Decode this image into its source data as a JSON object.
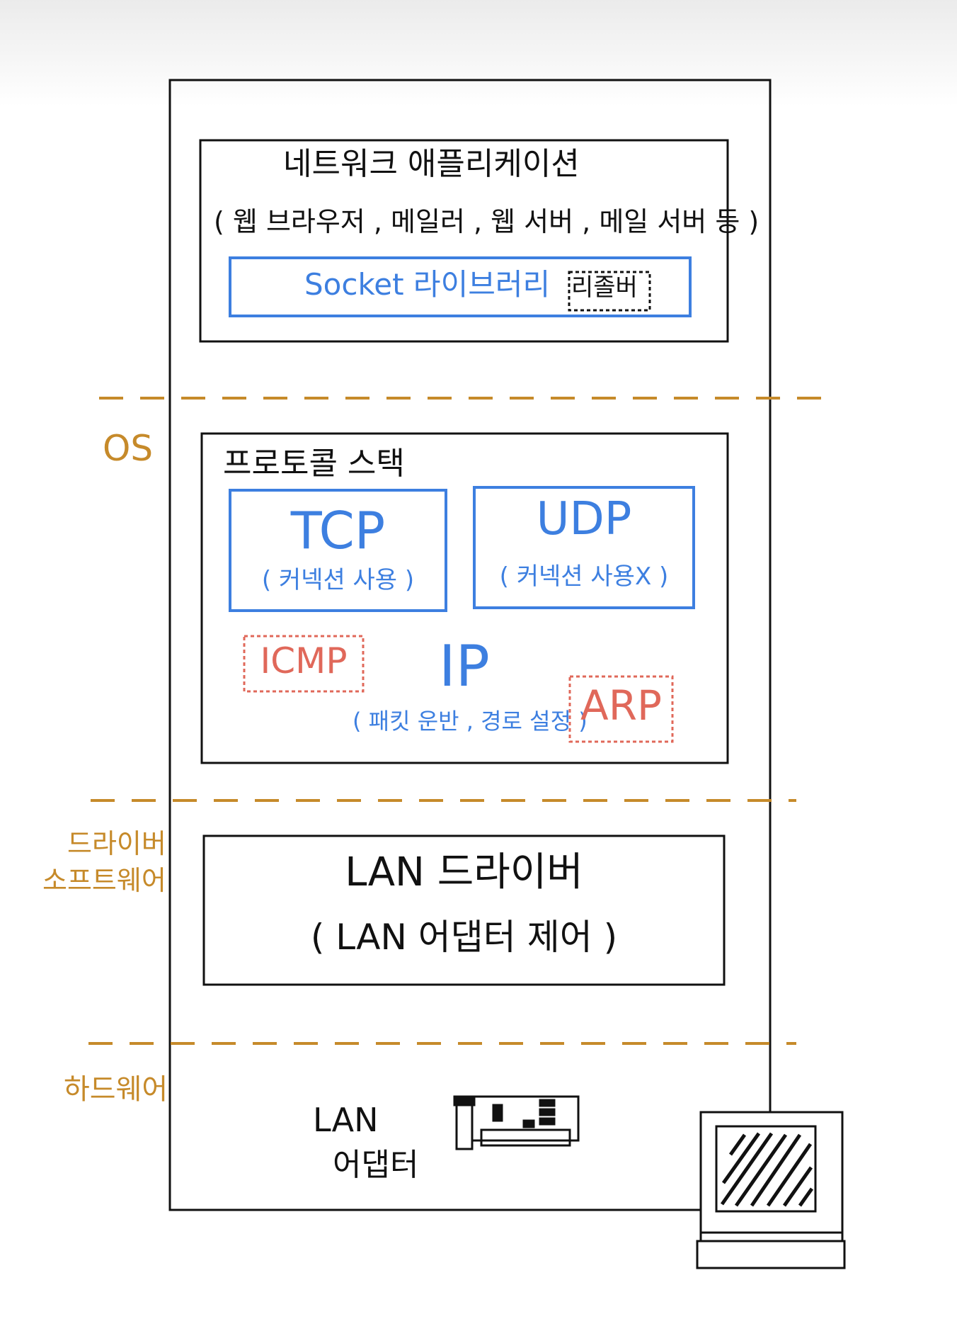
{
  "colors": {
    "ink": "#111111",
    "blue": "#3d7fe0",
    "red": "#e0685a",
    "gold": "#c68a2a"
  },
  "application": {
    "title": "네트워크 애플리케이션",
    "subtitle": "( 웹 브라우저 , 메일러 , 웹 서버 , 메일 서버 등 )",
    "socket_library": "Socket 라이브러리",
    "resolver": "리졸버"
  },
  "layers": {
    "os": "OS",
    "driver_software_line1": "드라이버",
    "driver_software_line2": "소프트웨어",
    "hardware": "하드웨어"
  },
  "protocol_stack": {
    "title": "프로토콜 스택",
    "tcp": "TCP",
    "tcp_note": "( 커넥션 사용 )",
    "udp": "UDP",
    "udp_note": "( 커넥션 사용X )",
    "icmp": "ICMP",
    "ip": "IP",
    "ip_note": "( 패킷 운반 , 경로 설정 )",
    "arp": "ARP"
  },
  "driver": {
    "title": "LAN 드라이버",
    "note": "( LAN 어댑터 제어 )"
  },
  "hardware": {
    "adapter_line1": "LAN",
    "adapter_line2": "어댑터"
  },
  "icons": [
    "lan-card-icon",
    "computer-monitor-icon"
  ]
}
